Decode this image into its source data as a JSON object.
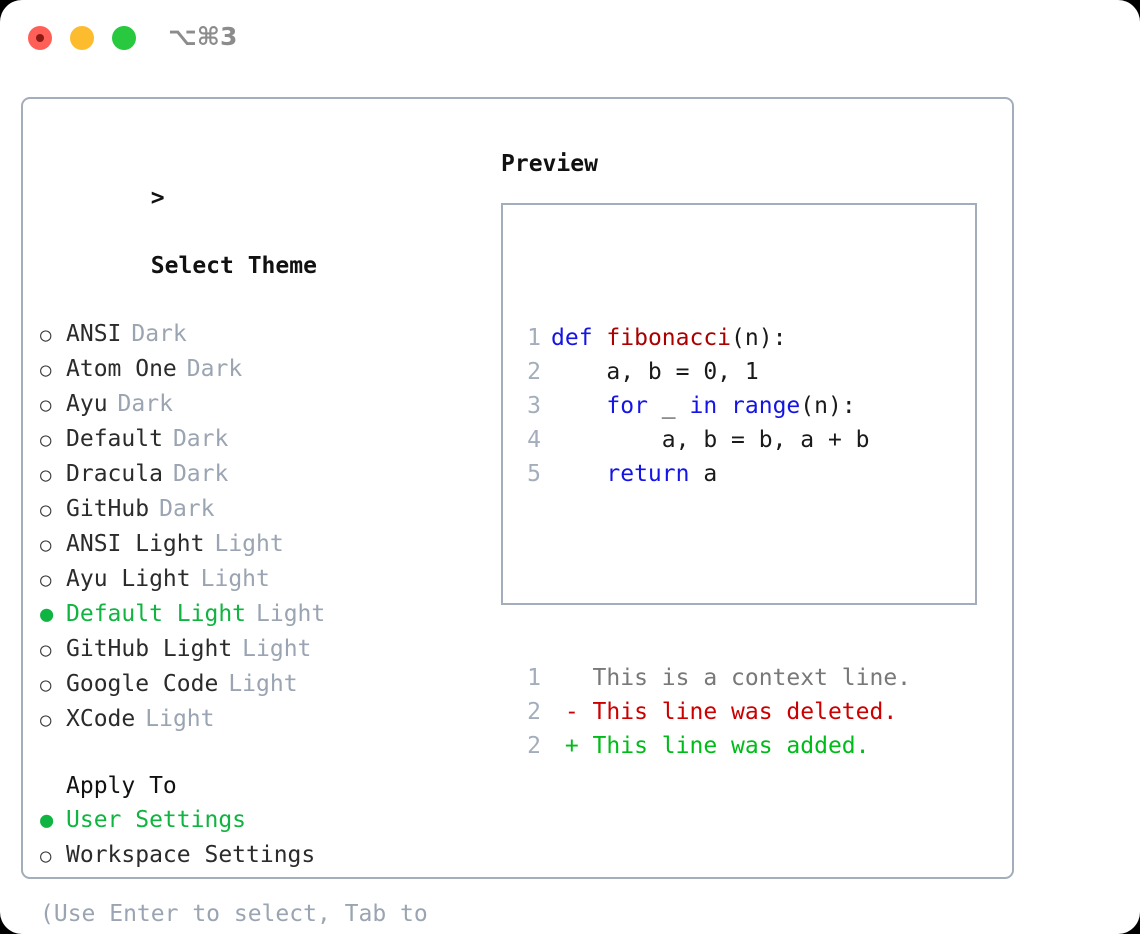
{
  "window": {
    "shortcut": "⌥⌘3",
    "traffic_lights": [
      "close-red",
      "minimize-yellow",
      "zoom-green"
    ]
  },
  "colors": {
    "selected_green": "#10B440",
    "badge_gray": "#9AA4B2",
    "keyword_blue": "#1414E6",
    "function_red": "#AA0000",
    "diff_delete_red": "#CC0000",
    "diff_add_green": "#00BC19",
    "border_gray": "#A3ADBC"
  },
  "theme_section": {
    "title": "Select Theme",
    "prompt_marker": ">",
    "focused": true,
    "marker_selected": "●",
    "marker_unselected": "○",
    "items": [
      {
        "name": "ANSI",
        "badge": "Dark",
        "selected": false
      },
      {
        "name": "Atom One",
        "badge": "Dark",
        "selected": false
      },
      {
        "name": "Ayu",
        "badge": "Dark",
        "selected": false
      },
      {
        "name": "Default",
        "badge": "Dark",
        "selected": false
      },
      {
        "name": "Dracula",
        "badge": "Dark",
        "selected": false
      },
      {
        "name": "GitHub",
        "badge": "Dark",
        "selected": false
      },
      {
        "name": "ANSI Light",
        "badge": "Light",
        "selected": false
      },
      {
        "name": "Ayu Light",
        "badge": "Light",
        "selected": false
      },
      {
        "name": "Default Light",
        "badge": "Light",
        "selected": true
      },
      {
        "name": "GitHub Light",
        "badge": "Light",
        "selected": false
      },
      {
        "name": "Google Code",
        "badge": "Light",
        "selected": false
      },
      {
        "name": "XCode",
        "badge": "Light",
        "selected": false
      }
    ]
  },
  "apply_section": {
    "title": "Apply To",
    "focused": false,
    "items": [
      {
        "name": "User Settings",
        "selected": true
      },
      {
        "name": "Workspace Settings",
        "selected": false
      }
    ]
  },
  "hint": "(Use Enter to select, Tab to change focus)",
  "preview": {
    "title": "Preview",
    "code_lines": [
      {
        "num": "1",
        "tokens": [
          {
            "t": "def",
            "c": "kw"
          },
          {
            "t": " ",
            "c": "ctext"
          },
          {
            "t": "fibonacci",
            "c": "fn"
          },
          {
            "t": "(n):",
            "c": "ctext"
          }
        ]
      },
      {
        "num": "2",
        "tokens": [
          {
            "t": "    a, b = 0, 1",
            "c": "ctext"
          }
        ]
      },
      {
        "num": "3",
        "tokens": [
          {
            "t": "    ",
            "c": "ctext"
          },
          {
            "t": "for",
            "c": "kw"
          },
          {
            "t": " _ ",
            "c": "ctext"
          },
          {
            "t": "in",
            "c": "kw"
          },
          {
            "t": " ",
            "c": "ctext"
          },
          {
            "t": "range",
            "c": "kw"
          },
          {
            "t": "(n):",
            "c": "ctext"
          }
        ]
      },
      {
        "num": "4",
        "tokens": [
          {
            "t": "        a, b = b, a + b",
            "c": "ctext"
          }
        ]
      },
      {
        "num": "5",
        "tokens": [
          {
            "t": "    ",
            "c": "ctext"
          },
          {
            "t": "return",
            "c": "kw"
          },
          {
            "t": " a",
            "c": "ctext"
          }
        ]
      }
    ],
    "diff_lines": [
      {
        "num": "1",
        "sign": "  ",
        "text": "This is a context line.",
        "kind": "ctx"
      },
      {
        "num": "2",
        "sign": "- ",
        "text": "This line was deleted.",
        "kind": "del"
      },
      {
        "num": "2",
        "sign": "+ ",
        "text": "This line was added.",
        "kind": "add"
      }
    ]
  }
}
